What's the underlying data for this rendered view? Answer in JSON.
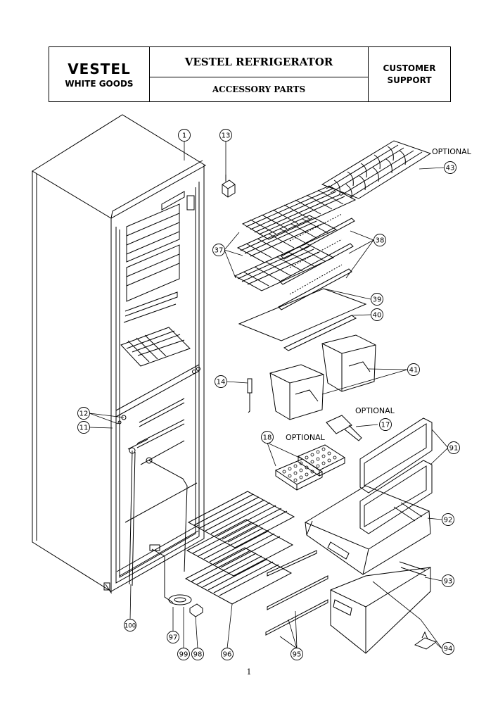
{
  "header": {
    "brand": "VESTEL",
    "brand_sub": "WHITE GOODS",
    "title": "VESTEL REFRIGERATOR",
    "subtitle": "ACCESSORY PARTS",
    "support_line1": "CUSTOMER",
    "support_line2": "SUPPORT"
  },
  "callouts": [
    "1",
    "13",
    "43",
    "37",
    "38",
    "39",
    "40",
    "41",
    "14",
    "17",
    "12",
    "11",
    "18",
    "91",
    "92",
    "93",
    "94",
    "100",
    "97",
    "99",
    "98",
    "96",
    "95"
  ],
  "notes": {
    "optional_wine_rack": "OPTIONAL",
    "optional_scraper": "OPTIONAL",
    "optional_ice_tray": "OPTIONAL"
  },
  "page_number": "1"
}
